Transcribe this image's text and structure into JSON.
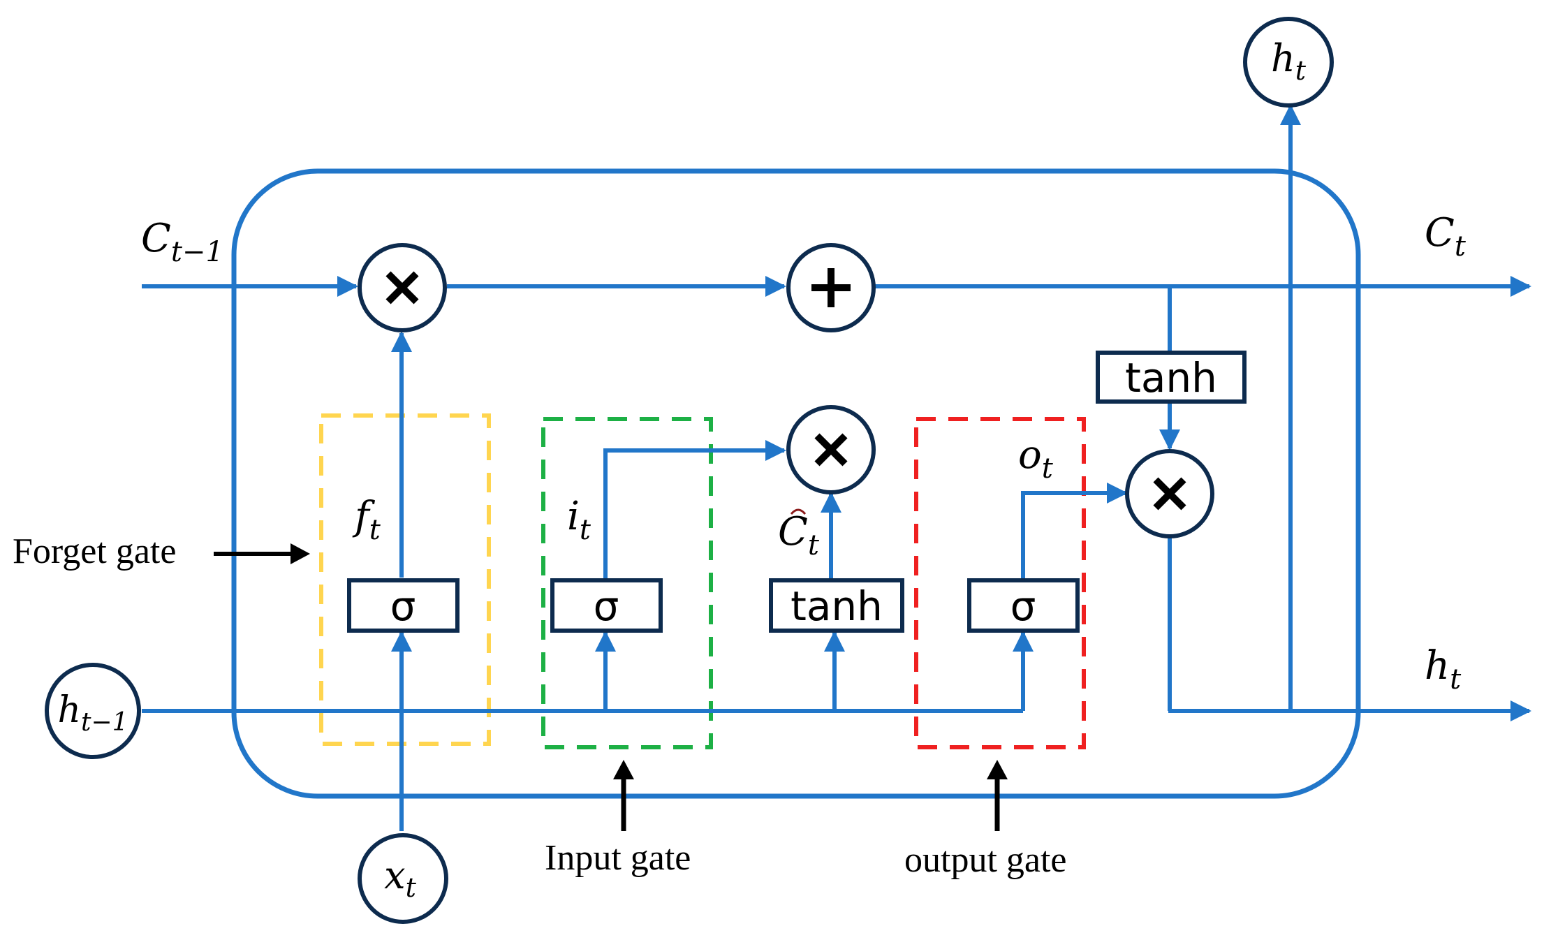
{
  "colors": {
    "wire": "#2176c9",
    "node_outline": "#0d2b4e",
    "forget_gate": "#ffd54f",
    "input_gate": "#1db045",
    "output_gate": "#ef2020",
    "annotation": "#000000"
  },
  "symbols": {
    "c_prev": {
      "base": "C",
      "sub": "t−1"
    },
    "c_t": {
      "base": "C",
      "sub": "t"
    },
    "h_prev": {
      "base": "h",
      "sub": "t−1"
    },
    "h_t_top": {
      "base": "h",
      "sub": "t"
    },
    "h_t_right": {
      "base": "h",
      "sub": "t"
    },
    "x_t": {
      "base": "x",
      "sub": "t"
    },
    "f_t": {
      "base": "f",
      "sub": "t"
    },
    "i_t": {
      "base": "i",
      "sub": "t"
    },
    "c_tilde": {
      "base": "C",
      "sub": "t"
    },
    "o_t": {
      "base": "o",
      "sub": "t"
    }
  },
  "boxes": {
    "forget_sigma": "σ",
    "input_sigma": "σ",
    "candidate_tanh": "tanh",
    "output_sigma": "σ",
    "cell_tanh": "tanh"
  },
  "operators": [
    "multiply",
    "add",
    "multiply",
    "multiply"
  ],
  "gate_labels": {
    "forget": "Forget gate",
    "input": "Input gate",
    "output": "output gate"
  }
}
